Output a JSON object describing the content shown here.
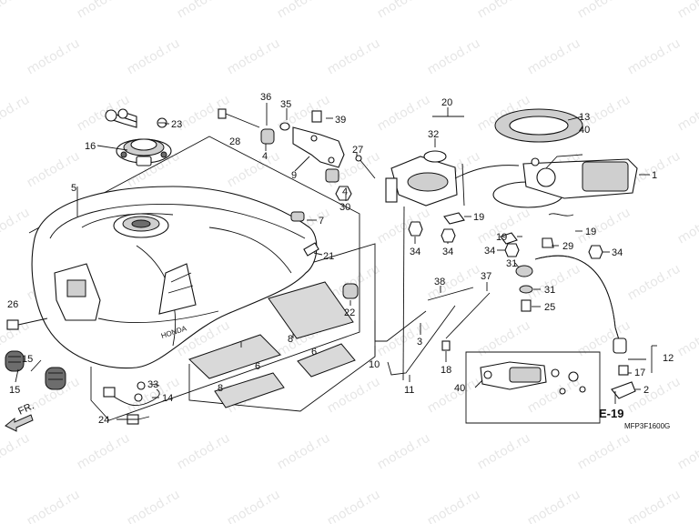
{
  "diagram": {
    "watermark_text": "motod.ru",
    "diagram_code": "MFP3F1600G",
    "direction_label": "FR.",
    "reference_label": "E-19",
    "tank_logo_text": "HONDA",
    "callouts": {
      "c1": "1",
      "c2": "2",
      "c3": "3",
      "c4a": "4",
      "c4b": "4",
      "c5": "5",
      "c6a": "6",
      "c6b": "6",
      "c7": "7",
      "c8a": "8",
      "c8b": "8",
      "c9": "9",
      "c10": "10",
      "c11": "11",
      "c12": "12",
      "c13": "13",
      "c14": "14",
      "c15a": "15",
      "c15b": "15",
      "c16": "16",
      "c17": "17",
      "c18": "18",
      "c19a": "19",
      "c19b": "19",
      "c19c": "19",
      "c20": "20",
      "c21": "21",
      "c22": "22",
      "c23": "23",
      "c24": "24",
      "c25": "25",
      "c26": "26",
      "c27": "27",
      "c28": "28",
      "c29": "29",
      "c30": "30",
      "c31a": "31",
      "c31b": "31",
      "c32": "32",
      "c33": "33",
      "c34a": "34",
      "c34b": "34",
      "c34c": "34",
      "c34d": "34",
      "c35": "35",
      "c36": "36",
      "c37": "37",
      "c38": "38",
      "c39": "39",
      "c40a": "40",
      "c40b": "40"
    }
  }
}
